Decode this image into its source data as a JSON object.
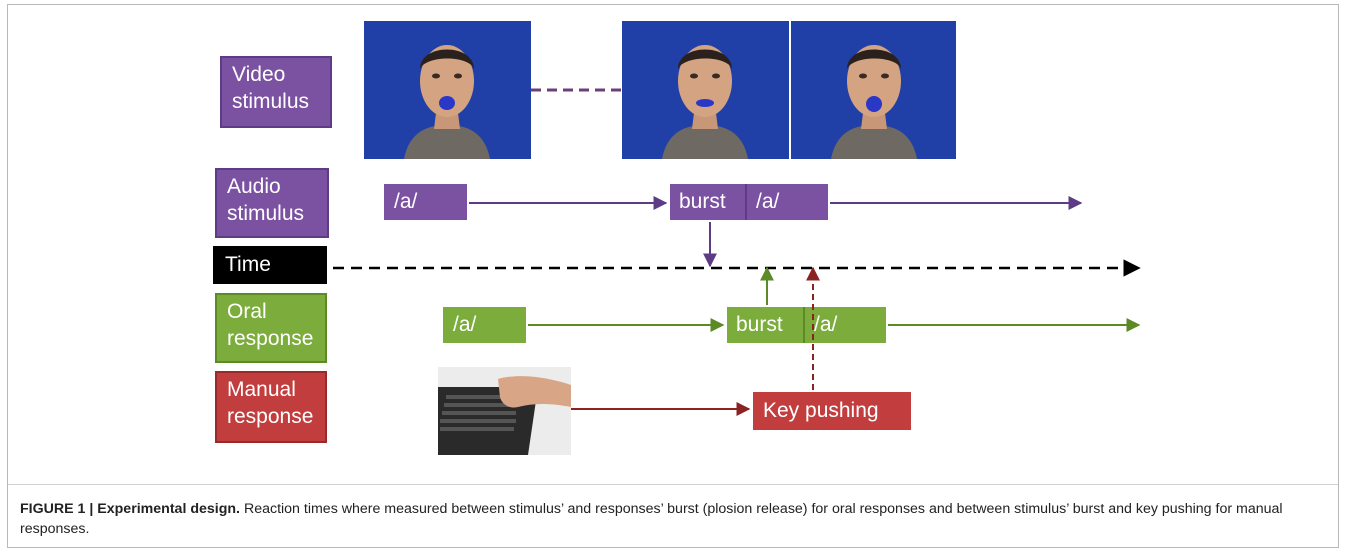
{
  "rows": {
    "video": "Video stimulus",
    "audio": "Audio stimulus",
    "time": "Time",
    "oral": "Oral response",
    "manual": "Manual response"
  },
  "audio_boxes": {
    "a1": "/a/",
    "burst": "burst",
    "a2": "/a/"
  },
  "oral_boxes": {
    "a1": "/a/",
    "burst": "burst",
    "a2": "/a/"
  },
  "manual_box": "Key pushing",
  "caption": {
    "label": "FIGURE 1 | Experimental design.",
    "text": "Reaction times where measured between stimulus’ and responses’ burst (plosion release) for oral responses and between stimulus’ burst and key pushing for manual responses."
  },
  "colors": {
    "purple": "#7b52a1",
    "green": "#7cac3c",
    "red": "#c23d3d",
    "black": "#000000"
  }
}
